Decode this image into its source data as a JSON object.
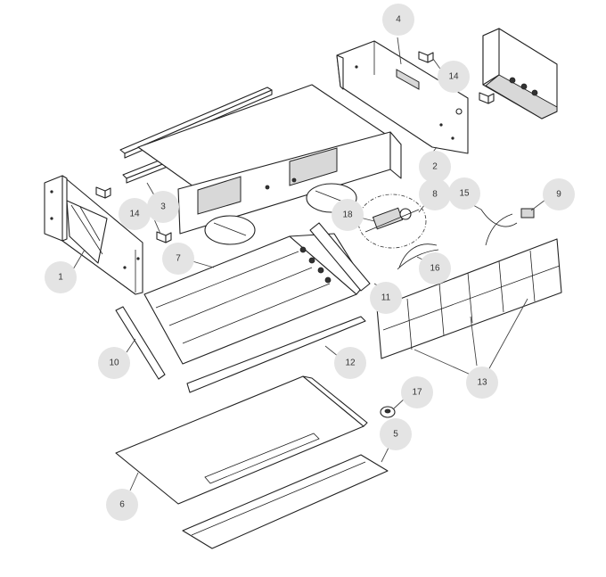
{
  "labels": {
    "p1": "1",
    "p2": "2",
    "p3": "3",
    "p4": "4",
    "p5": "5",
    "p6": "6",
    "p7": "7",
    "p8": "8",
    "p9": "9",
    "p10": "10",
    "p11": "11",
    "p12": "12",
    "p13": "13",
    "p14a": "14",
    "p14b": "14",
    "p15": "15",
    "p16": "16",
    "p17": "17",
    "p18": "18"
  },
  "colors": {
    "badge": "#e4e4e4",
    "line": "#222222",
    "background": "#ffffff"
  }
}
